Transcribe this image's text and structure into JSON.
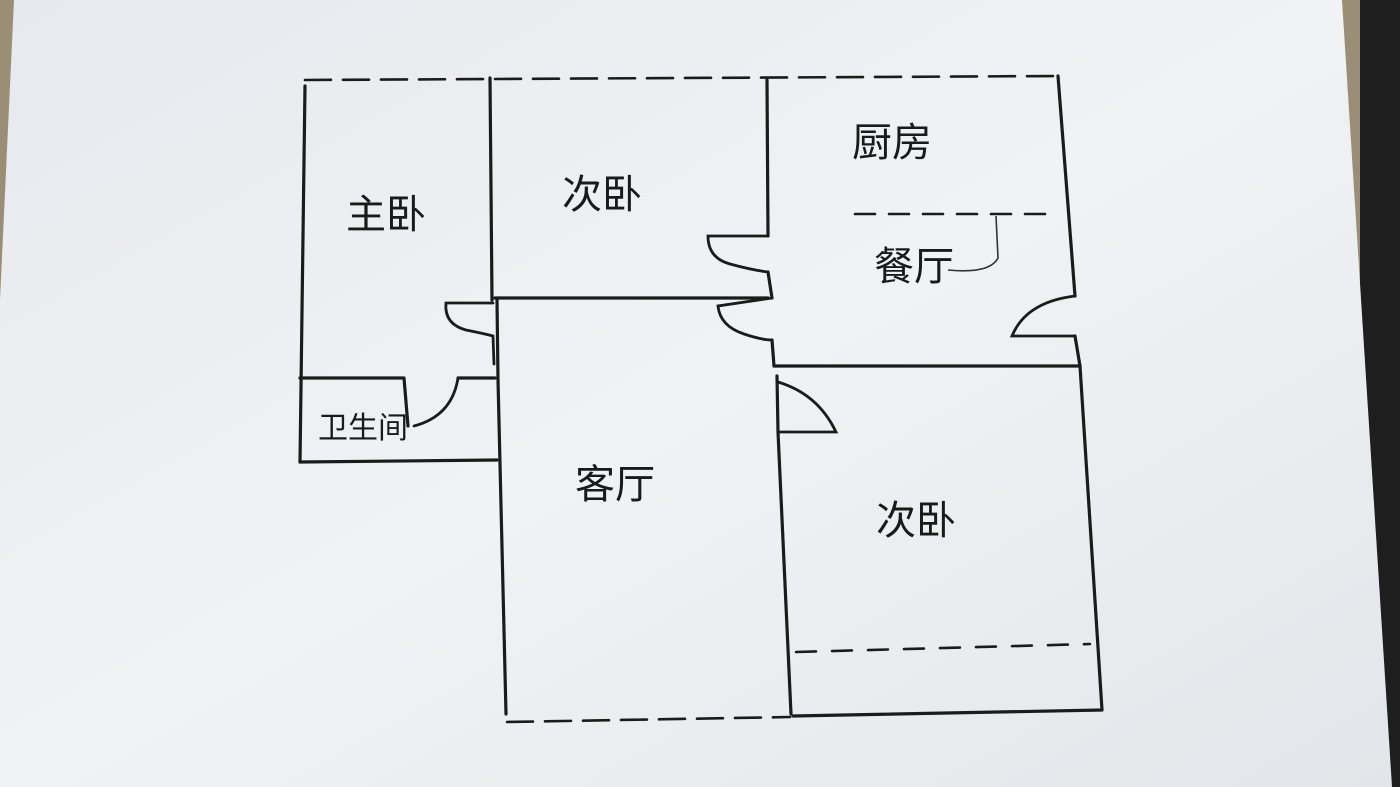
{
  "rooms": {
    "master_bedroom": "主卧",
    "second_bedroom_top": "次卧",
    "kitchen": "厨房",
    "dining": "餐厅",
    "bathroom": "卫生间",
    "living_room": "客厅",
    "second_bedroom_bottom": "次卧"
  },
  "colors": {
    "paper": "#eef0f3",
    "ink": "#1b1b1b",
    "background": "#9a8f76"
  }
}
